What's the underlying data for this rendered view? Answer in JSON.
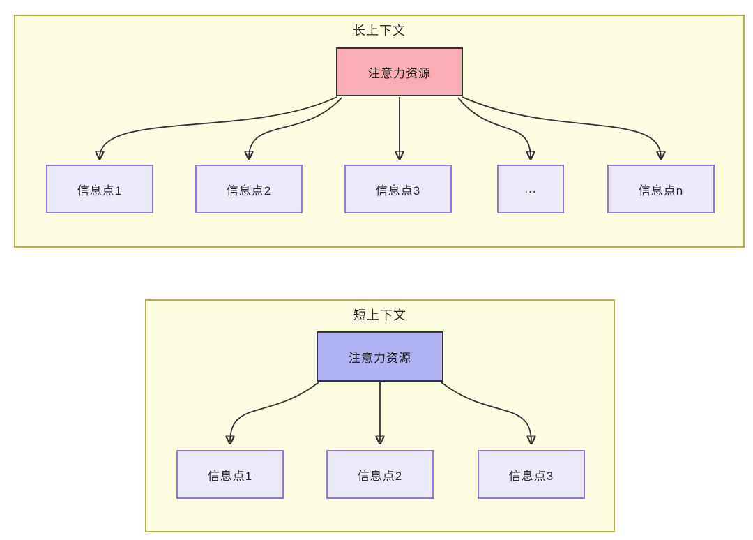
{
  "colors": {
    "container_fill": "#fdfde2",
    "container_border": "#b5b53d",
    "attention_long_fill": "#f9aeb4",
    "attention_short_fill": "#b1b2f2",
    "node_fill": "#eaeafb",
    "node_border": "#9877d6",
    "arrow": "#333333",
    "text": "#2b2b2b"
  },
  "long_context": {
    "title": "长上下文",
    "attention_label": "注意力资源",
    "nodes": [
      "信息点1",
      "信息点2",
      "信息点3",
      "...",
      "信息点n"
    ]
  },
  "short_context": {
    "title": "短上下文",
    "attention_label": "注意力资源",
    "nodes": [
      "信息点1",
      "信息点2",
      "信息点3"
    ]
  }
}
